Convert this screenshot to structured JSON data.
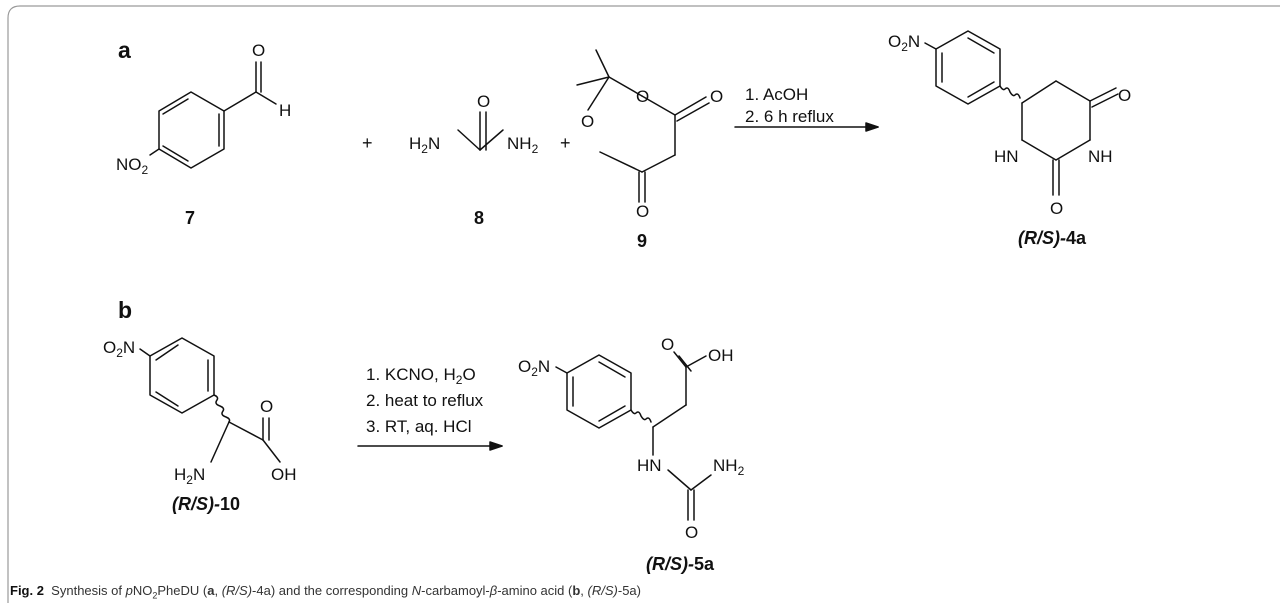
{
  "panels": {
    "a": {
      "label": "a",
      "compound_7": {
        "number": "7",
        "substituent": "NO",
        "sub": "2",
        "carbonyl_o": "O",
        "carbonyl_h": "H"
      },
      "plus_1": "+",
      "compound_8": {
        "number": "8",
        "left_amine": "H",
        "left_sub": "2",
        "left_n": "N",
        "right_amine": "NH",
        "right_sub": "2",
        "carbonyl_o": "O"
      },
      "plus_2": "+",
      "compound_9": {
        "number": "9",
        "ring_o_top": "O",
        "ring_o_left": "O",
        "carbonyl_o_right": "O",
        "carbonyl_o_bottom": "O"
      },
      "conditions": [
        "1. AcOH",
        "2. 6 h reflux"
      ],
      "product": {
        "label_prefix": "(R/S)-",
        "label_suffix": "4a",
        "nitro": "O",
        "nitro_sub": "2",
        "nitro_n": "N",
        "carbonyl_o_right": "O",
        "carbonyl_o_bottom": "O",
        "nh_left": "HN",
        "nh_right": "NH"
      }
    },
    "b": {
      "label": "b",
      "compound_10": {
        "label_prefix": "(R/S)-",
        "label_suffix": "10",
        "nitro": "O",
        "nitro_sub": "2",
        "nitro_n": "N",
        "acid_o": "O",
        "acid_oh": "OH",
        "amine_h": "H",
        "amine_sub": "2",
        "amine_n": "N"
      },
      "conditions": [
        "1. KCNO, H",
        "2. heat to reflux",
        "3. RT, aq. HCl"
      ],
      "condition_water": {
        "sub": "2",
        "tail": "O"
      },
      "product": {
        "label_prefix": "(R/S)-",
        "label_suffix": "5a",
        "nitro": "O",
        "nitro_sub": "2",
        "nitro_n": "N",
        "acid_o": "O",
        "acid_oh": "OH",
        "nh": "HN",
        "nh2": "NH",
        "nh2_sub": "2",
        "carbonyl_o": "O"
      }
    }
  },
  "caption": {
    "fig": "Fig. 2",
    "t1": "  Synthesis of ",
    "t2": "p",
    "t3": "NO",
    "t4": "2",
    "t5": "PheDU (",
    "t6": "a",
    "t7": ", ",
    "t8": "(R/S)",
    "t9": "-4a) and the corresponding ",
    "t10": "N",
    "t11": "-carbamoyl-",
    "t12": "β",
    "t13": "-amino acid (",
    "t14": "b",
    "t15": ", ",
    "t16": "(R/S)",
    "t17": "-5a)"
  }
}
